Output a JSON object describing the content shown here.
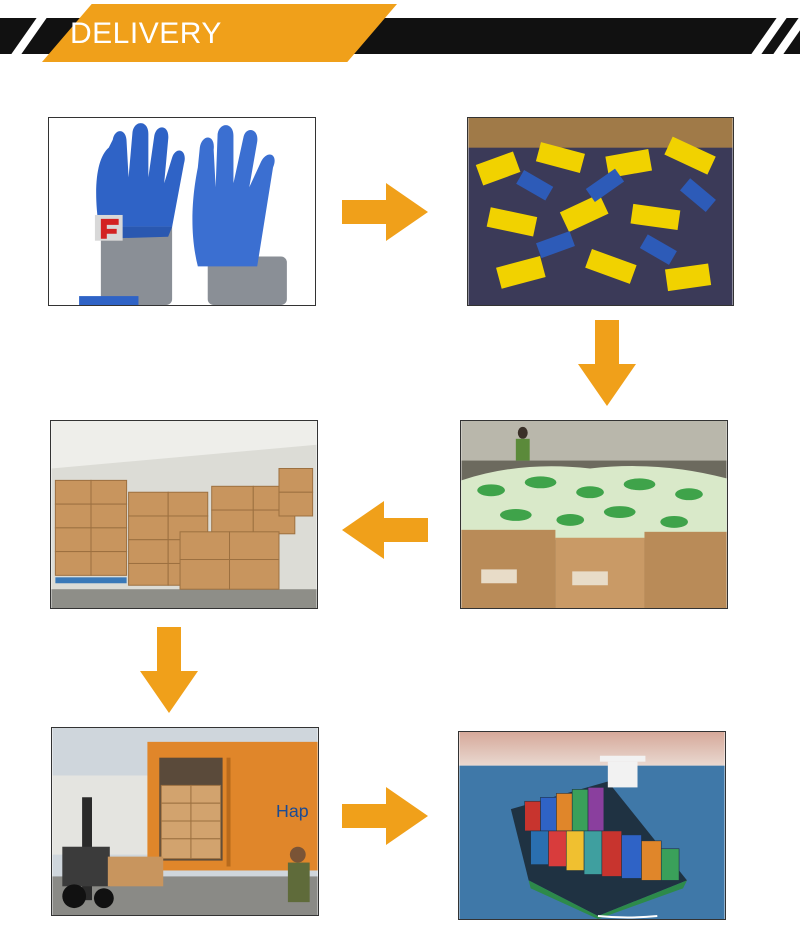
{
  "header": {
    "title": "DELIVERY PROCESS"
  },
  "colors": {
    "accent": "#f0a01a",
    "banner": "#111111",
    "glove_blue": "#2f63c6",
    "glove_grey": "#8a8f96",
    "box_kraft": "#c89a66",
    "sea": "#3f78a8"
  },
  "steps": [
    {
      "icon": "glove-product-photo"
    },
    {
      "icon": "packed-gloves-pile-photo"
    },
    {
      "icon": "packing-into-cartons-photo"
    },
    {
      "icon": "warehouse-stock-photo"
    },
    {
      "icon": "container-loading-photo"
    },
    {
      "icon": "cargo-ship-photo"
    }
  ],
  "container_text": "Hap"
}
